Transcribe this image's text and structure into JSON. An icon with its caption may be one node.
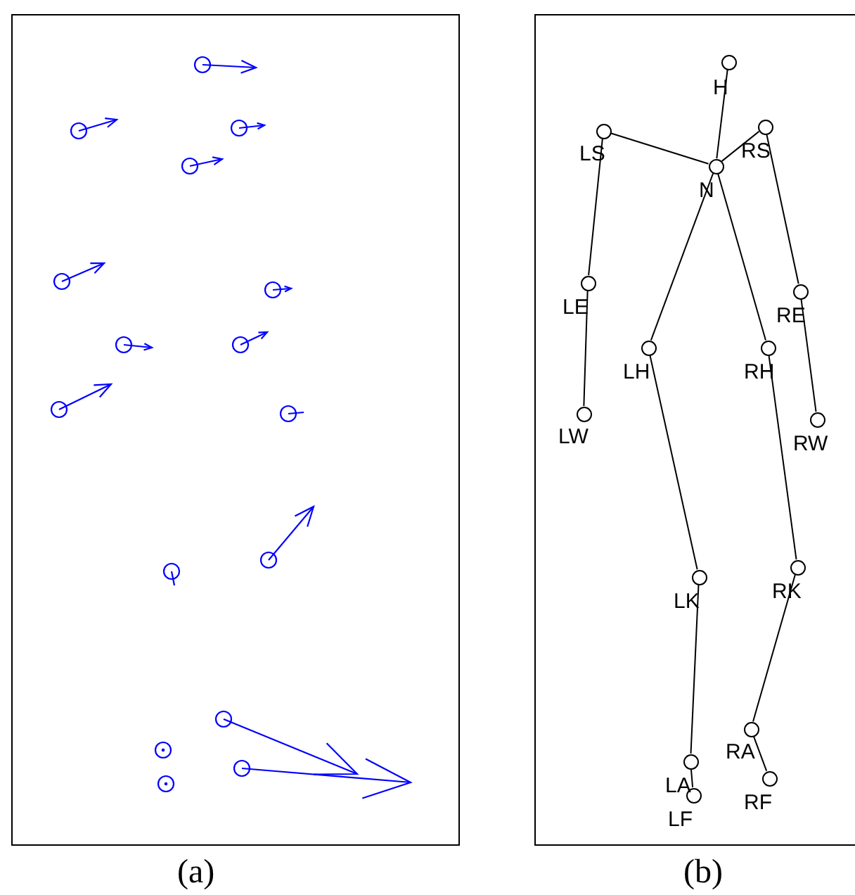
{
  "diagram": {
    "nodes": [
      {
        "text": [
          "H"
        ]
      },
      {
        "text": [
          "LS"
        ]
      },
      {
        "text": [
          "RS"
        ]
      },
      {
        "text": [
          "N"
        ]
      },
      {
        "text": [
          "LE"
        ]
      },
      {
        "text": [
          "RE"
        ]
      },
      {
        "text": [
          "LH"
        ]
      },
      {
        "text": [
          "RH"
        ]
      },
      {
        "text": [
          "LW"
        ]
      },
      {
        "text": [
          "RW"
        ]
      },
      {
        "text": [
          "LK"
        ]
      },
      {
        "text": [
          "RK"
        ]
      },
      {
        "text": [
          "RA"
        ]
      },
      {
        "text": [
          "LA"
        ]
      },
      {
        "text": [
          "RF"
        ]
      },
      {
        "text": [
          "LF"
        ]
      }
    ],
    "edges": [
      {
        "from": 0,
        "to": 3,
        "arrow": "none"
      },
      {
        "from": 1,
        "to": 3,
        "arrow": "none"
      },
      {
        "from": 2,
        "to": 3,
        "arrow": "none"
      },
      {
        "from": 1,
        "to": 4,
        "arrow": "none"
      },
      {
        "from": 4,
        "to": 8,
        "arrow": "none"
      },
      {
        "from": 2,
        "to": 5,
        "arrow": "none"
      },
      {
        "from": 5,
        "to": 9,
        "arrow": "none"
      },
      {
        "from": 3,
        "to": 6,
        "arrow": "none"
      },
      {
        "from": 3,
        "to": 7,
        "arrow": "none"
      },
      {
        "from": 6,
        "to": 10,
        "arrow": "none"
      },
      {
        "from": 7,
        "to": 11,
        "arrow": "none"
      },
      {
        "from": 10,
        "to": 13,
        "arrow": "none"
      },
      {
        "from": 13,
        "to": 15,
        "arrow": "none"
      },
      {
        "from": 11,
        "to": 12,
        "arrow": "none"
      },
      {
        "from": 12,
        "to": 14,
        "arrow": "none"
      }
    ],
    "labels": [
      "(a)",
      "(b)"
    ]
  }
}
